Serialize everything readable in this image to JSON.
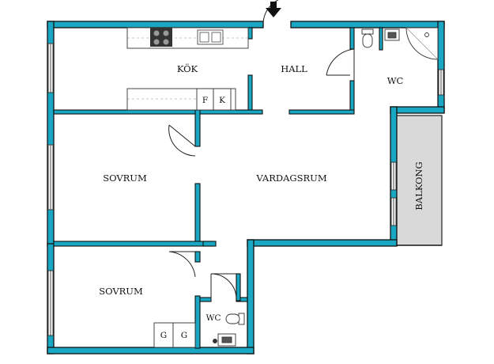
{
  "rooms": {
    "kitchen": "KÖK",
    "hall": "HALL",
    "wc_main": "WC",
    "bedroom_1": "SOVRUM",
    "living_room": "VARDAGSRUM",
    "balcony": "BALKONG",
    "bedroom_2": "SOVRUM",
    "wc_small": "WC"
  },
  "fixtures": {
    "fridge": "F",
    "freezer": "K",
    "wardrobe_1": "G",
    "wardrobe_2": "G"
  },
  "colors": {
    "wall_fill": "#1aa7c4",
    "wall_stroke": "#111111",
    "balcony_fill": "#d9d9d9"
  },
  "icons": {
    "entrance": "entrance-arrow-icon",
    "stove": "stove-icon",
    "sink": "sink-icon",
    "toilet": "toilet-icon",
    "shower": "shower-icon",
    "washbasin": "washbasin-icon"
  }
}
